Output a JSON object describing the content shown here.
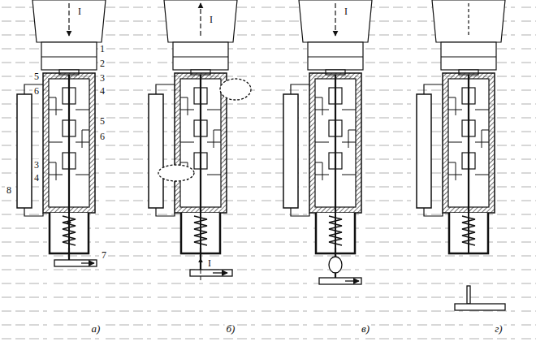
{
  "diagram": {
    "labels": [
      "I",
      "I",
      "I",
      "I",
      "1",
      "2",
      "3",
      "4",
      "5",
      "6",
      "5",
      "6",
      "3",
      "4",
      "8",
      "7",
      "а)",
      "б)",
      "в)",
      "г)"
    ]
  }
}
